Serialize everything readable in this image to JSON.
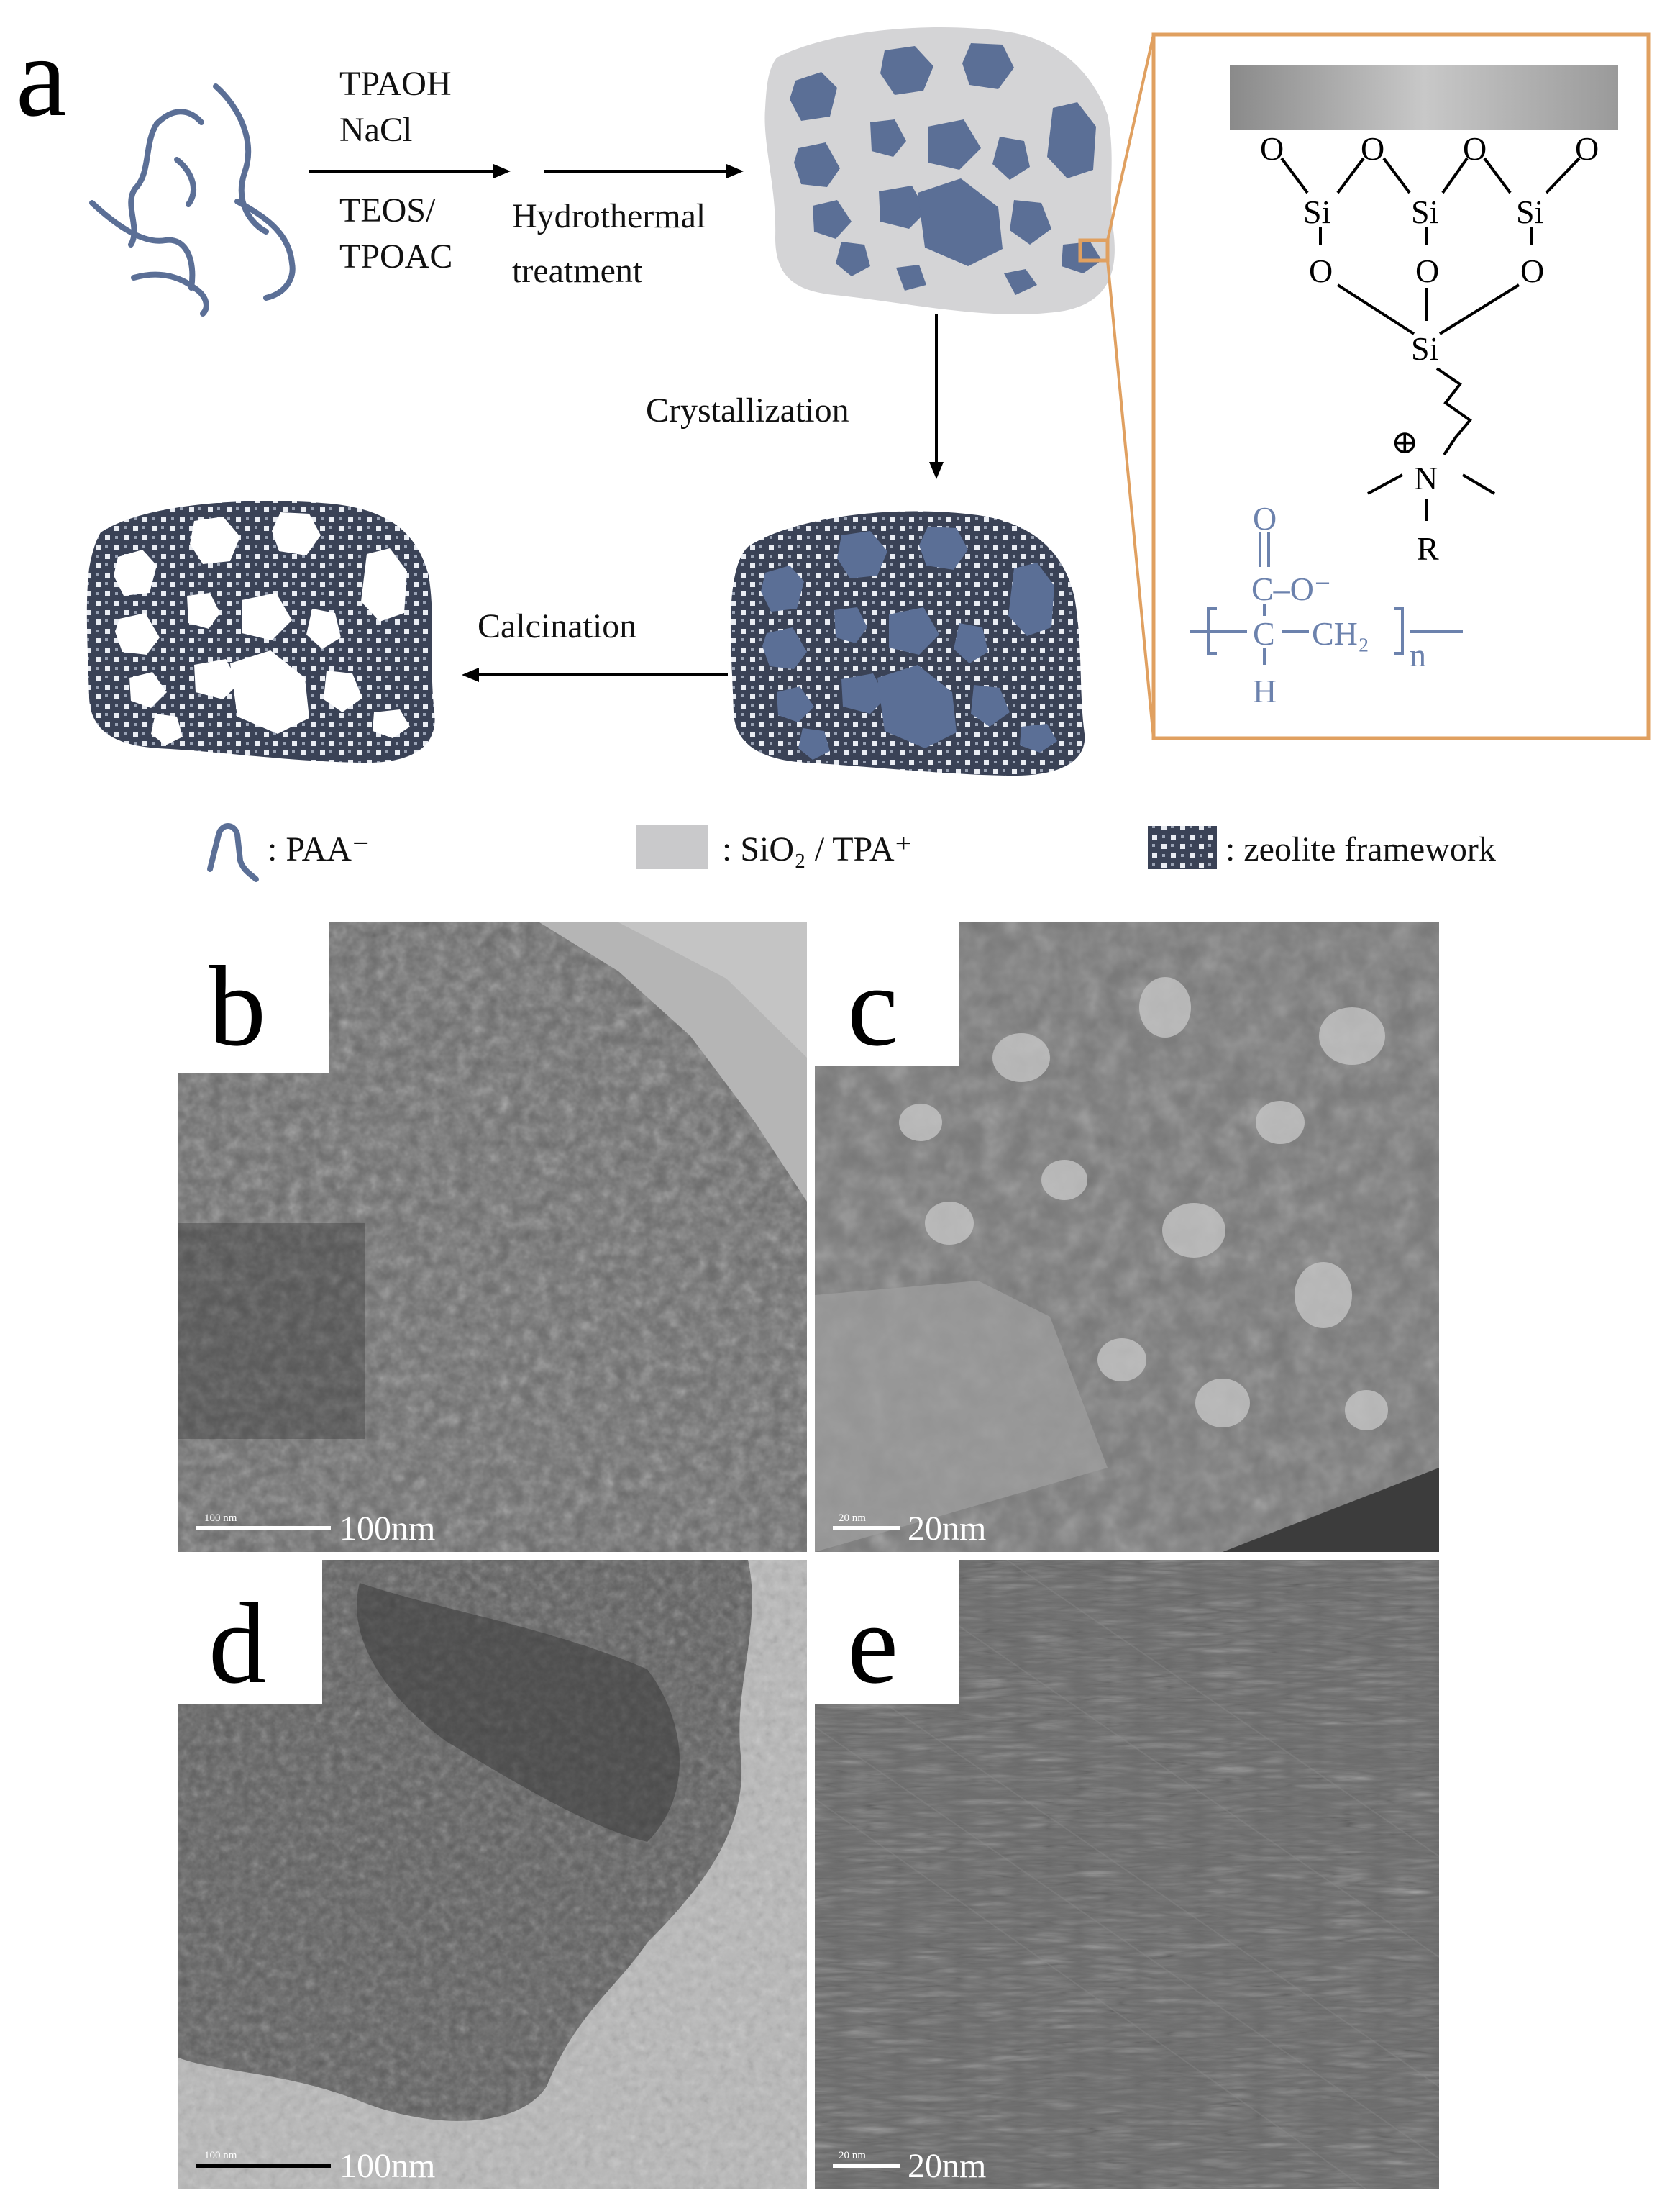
{
  "panels": {
    "a": "a",
    "b": "b",
    "c": "c",
    "d": "d",
    "e": "e"
  },
  "scheme": {
    "reagents_top": [
      "TPAOH",
      "NaCl"
    ],
    "reagents_bottom": [
      "TEOS/",
      "TPOAC"
    ],
    "hydrothermal": [
      "Hydrothermal",
      "treatment"
    ],
    "crystallization": "Crystallization",
    "calcination": "Calcination"
  },
  "inset": {
    "oxygens_top": [
      "O",
      "O",
      "O",
      "O"
    ],
    "silicons_top": [
      "Si",
      "Si",
      "Si"
    ],
    "oxygens_mid": [
      "O",
      "O",
      "O"
    ],
    "silicon_bottom": "Si",
    "nitrogen": "N",
    "charge": "⊕",
    "r_group": "R",
    "carbonyl_o": "O",
    "carboxyl": "C–O⁻",
    "backbone_ch": "C",
    "ch2": "CH₂",
    "subscript_n": "n",
    "h_atom": "H"
  },
  "legend": {
    "paa": ": PAA⁻",
    "sio2_tpa": ": SiO₂ / TPA⁺",
    "zeolite": ": zeolite framework"
  },
  "micrographs": {
    "b": {
      "scale_label": "100nm",
      "bar_text": "100 nm"
    },
    "c": {
      "scale_label": "20nm",
      "bar_text": "20 nm"
    },
    "d": {
      "scale_label": "100nm",
      "bar_text": "100 nm"
    },
    "e": {
      "scale_label": "20nm",
      "bar_text": "20 nm"
    }
  },
  "colors": {
    "polymer": "#5b6f96",
    "silica_gel": "#d4d4d6",
    "framework": "#3a4256",
    "inset_border": "#e0a060",
    "paa_chem": "#6c82ad"
  }
}
